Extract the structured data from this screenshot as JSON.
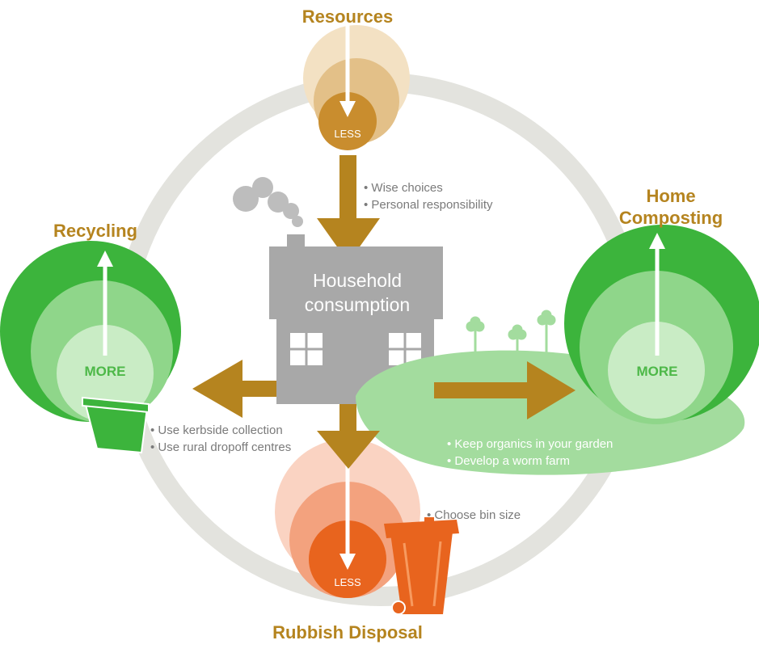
{
  "nodes": {
    "resources": {
      "title": "Resources",
      "badge": "LESS"
    },
    "recycling": {
      "title": "Recycling",
      "badge": "MORE"
    },
    "composting": {
      "title_line1": "Home",
      "title_line2": "Composting",
      "badge": "MORE"
    },
    "rubbish": {
      "title": "Rubbish Disposal",
      "badge": "LESS"
    },
    "household": {
      "label_line1": "Household",
      "label_line2": "consumption"
    }
  },
  "notes": {
    "resources": [
      "• Wise choices",
      "• Personal responsibility"
    ],
    "recycling": [
      "• Use kerbside collection",
      "• Use rural dropoff centres"
    ],
    "composting": [
      "• Keep organics in your garden",
      "• Develop a worm farm"
    ],
    "rubbish": [
      "• Choose bin size"
    ]
  },
  "colors": {
    "arrow": "#b5841f",
    "title": "#b5841f",
    "cycle_ring": "#e3e3de",
    "house": "#a8a8a8",
    "green_dark": "#3cb43c",
    "green_mid": "#8fd68a",
    "green_light": "#c9ecc5",
    "orange_dark": "#e8641e",
    "orange_mid": "#f3a27e",
    "orange_light": "#fad3c2",
    "tan_dark": "#c98d2e",
    "tan_mid": "#e3c088",
    "tan_light": "#f3e1c3"
  }
}
